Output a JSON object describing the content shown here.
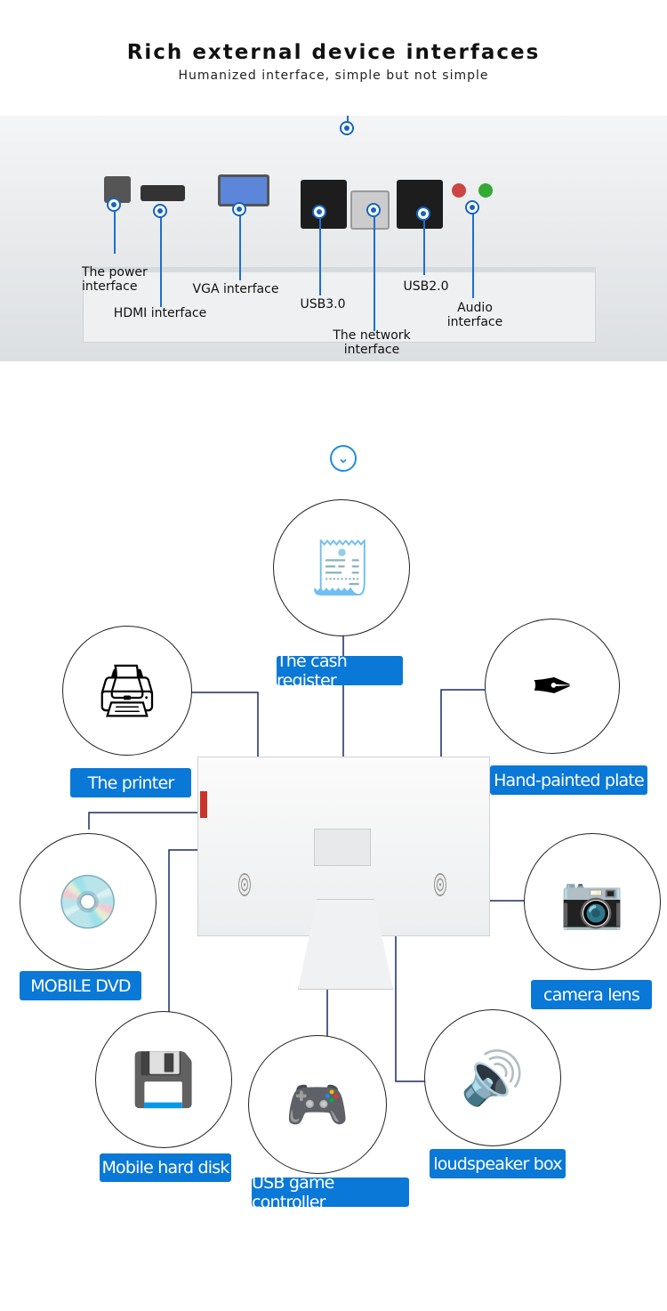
{
  "header": {
    "title": "Rich external device interfaces",
    "subtitle": "Humanized interface, simple but not simple"
  },
  "interfaces": [
    {
      "label": "The power interface"
    },
    {
      "label": "HDMI interface"
    },
    {
      "label": "VGA interface"
    },
    {
      "label": "USB3.0"
    },
    {
      "label": "The network interface"
    },
    {
      "label": "USB2.0"
    },
    {
      "label": "Audio interface"
    }
  ],
  "devices": {
    "cash_register": "The cash register",
    "printer": "The printer",
    "tablet": "Hand-painted plate",
    "dvd": "MOBILE DVD",
    "camera": "camera lens",
    "hard_disk": "Mobile hard disk",
    "controller": "USB game controller",
    "speaker": "loudspeaker box"
  },
  "colors": {
    "label_bg": "#0a78d7",
    "line": "#1a2a6a",
    "accent": "#1565c0"
  }
}
